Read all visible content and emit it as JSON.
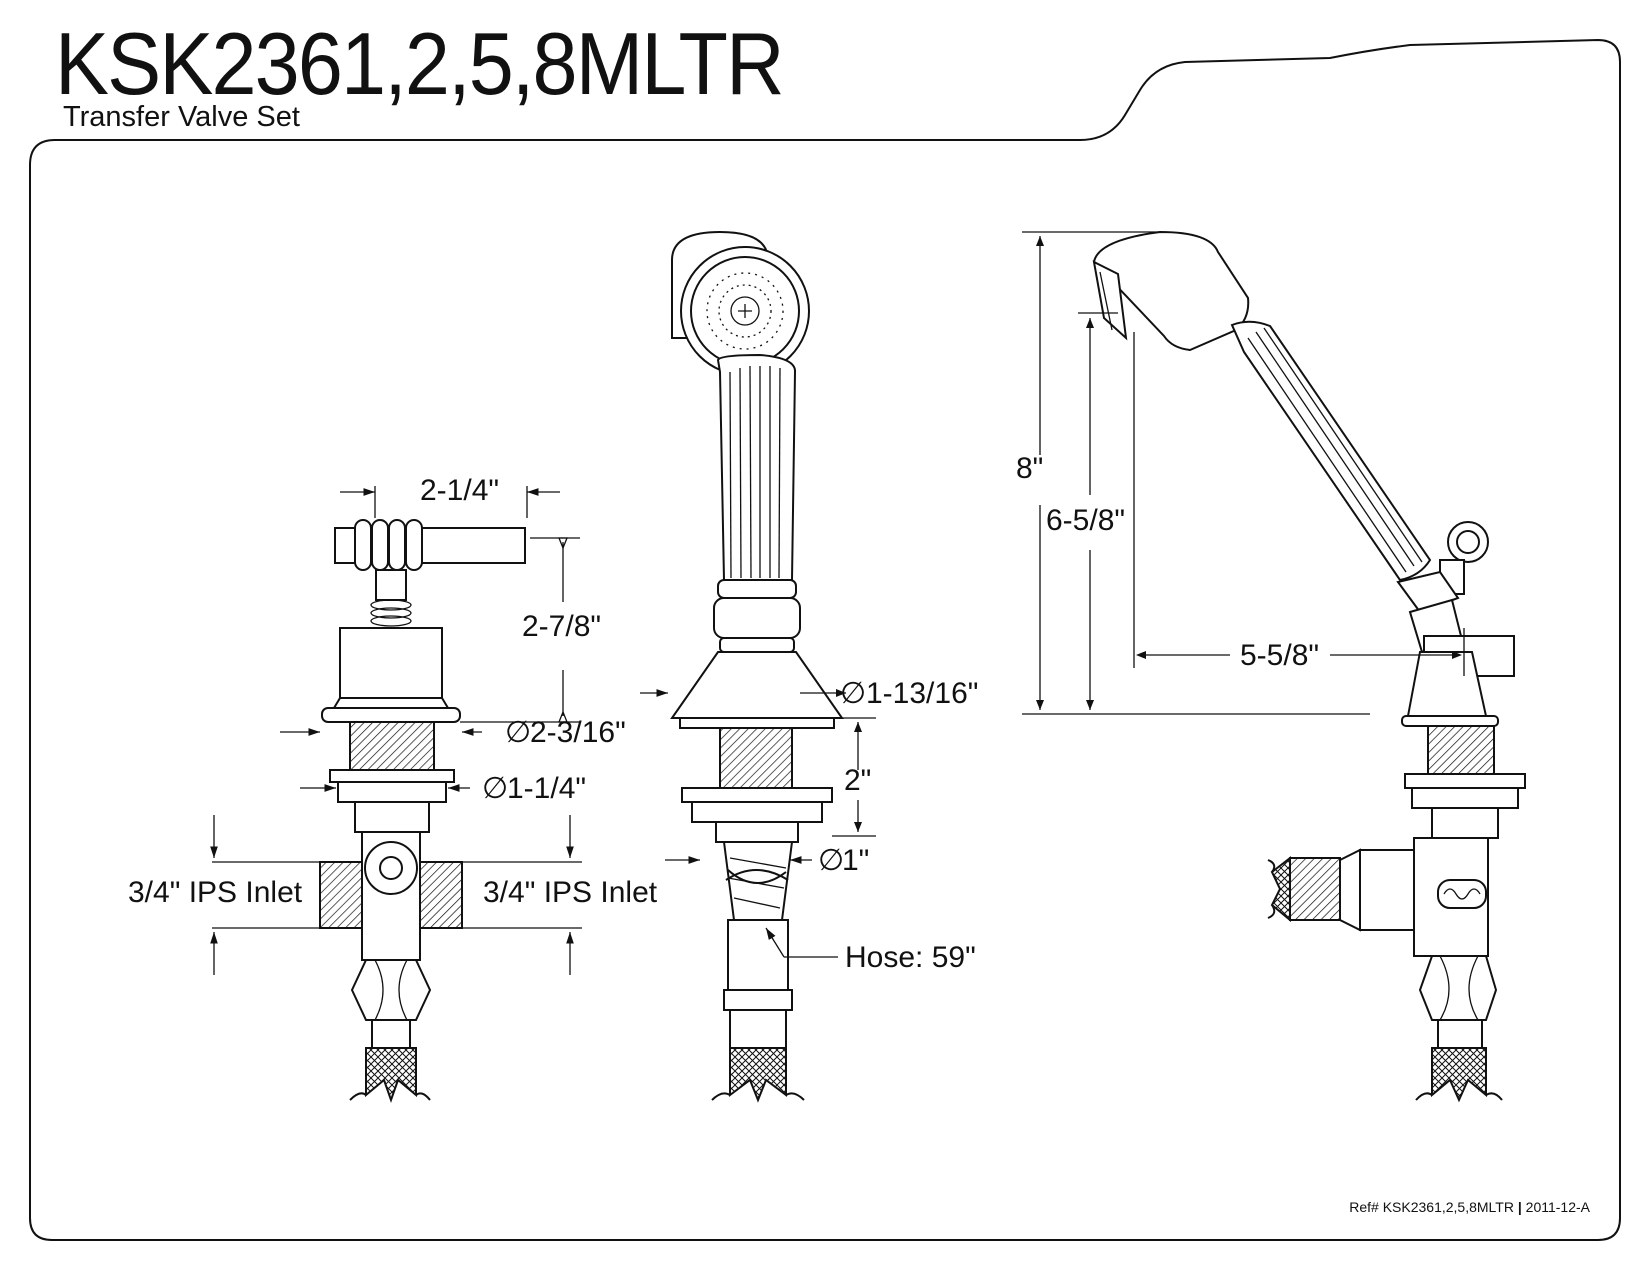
{
  "header": {
    "model": "KSK2361,2,5,8MLTR",
    "description": "Transfer Valve Set"
  },
  "dimensions": {
    "handle_width": "2-1/4\"",
    "valve_height": "2-7/8\"",
    "flange_dia": "2-3/16\"",
    "shank_dia": "1-1/4\"",
    "inlet_left": "3/4\" IPS Inlet",
    "inlet_right": "3/4\" IPS Inlet",
    "hand_shower_base_dia": "1-13/16\"",
    "shank_length": "2\"",
    "hose_connection_dia": "1\"",
    "hose_length": "Hose: 59\"",
    "overall_height": "8\"",
    "spray_height": "6-5/8\"",
    "reach": "5-5/8\""
  },
  "footer": {
    "ref_label": "Ref# KSK2361,2,5,8MLTR",
    "separator": "|",
    "revision": "2011-12-A"
  },
  "symbols": {
    "diameter": "∅"
  }
}
